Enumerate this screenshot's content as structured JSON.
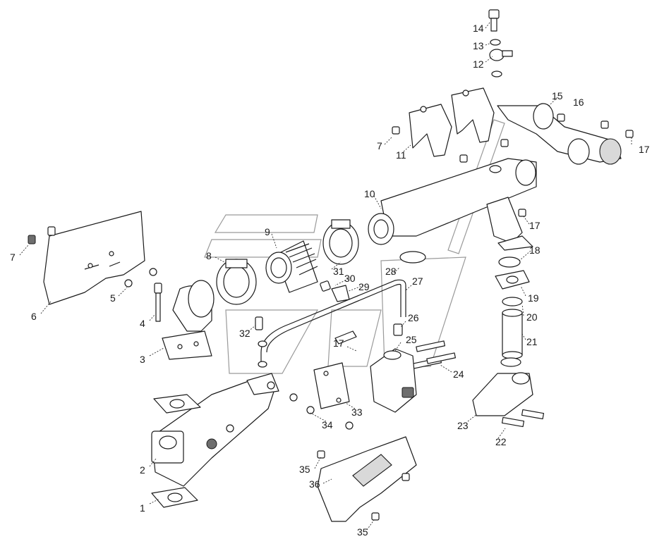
{
  "diagram": {
    "type": "exploded-parts-diagram",
    "callouts": [
      {
        "id": "c1",
        "text": "1"
      },
      {
        "id": "c2",
        "text": "2"
      },
      {
        "id": "c3",
        "text": "3"
      },
      {
        "id": "c4",
        "text": "4"
      },
      {
        "id": "c5",
        "text": "5"
      },
      {
        "id": "c6",
        "text": "6"
      },
      {
        "id": "c7a",
        "text": "7"
      },
      {
        "id": "c7b",
        "text": "7"
      },
      {
        "id": "c8",
        "text": "8"
      },
      {
        "id": "c9",
        "text": "9"
      },
      {
        "id": "c10",
        "text": "10"
      },
      {
        "id": "c11",
        "text": "11"
      },
      {
        "id": "c12",
        "text": "12"
      },
      {
        "id": "c13",
        "text": "13"
      },
      {
        "id": "c14",
        "text": "14"
      },
      {
        "id": "c15",
        "text": "15"
      },
      {
        "id": "c16",
        "text": "16"
      },
      {
        "id": "c17a",
        "text": "17"
      },
      {
        "id": "c17b",
        "text": "17"
      },
      {
        "id": "c17c",
        "text": "17"
      },
      {
        "id": "c18",
        "text": "18"
      },
      {
        "id": "c19",
        "text": "19"
      },
      {
        "id": "c20",
        "text": "20"
      },
      {
        "id": "c21",
        "text": "21"
      },
      {
        "id": "c22",
        "text": "22"
      },
      {
        "id": "c23",
        "text": "23"
      },
      {
        "id": "c24",
        "text": "24"
      },
      {
        "id": "c25",
        "text": "25"
      },
      {
        "id": "c26",
        "text": "26"
      },
      {
        "id": "c27",
        "text": "27"
      },
      {
        "id": "c28",
        "text": "28"
      },
      {
        "id": "c29",
        "text": "29"
      },
      {
        "id": "c30",
        "text": "30"
      },
      {
        "id": "c31",
        "text": "31"
      },
      {
        "id": "c32",
        "text": "32"
      },
      {
        "id": "c33",
        "text": "33"
      },
      {
        "id": "c34",
        "text": "34"
      },
      {
        "id": "c35a",
        "text": "35"
      },
      {
        "id": "c35b",
        "text": "35"
      },
      {
        "id": "c36",
        "text": "36"
      }
    ],
    "colors": {
      "ink": "#1a1a1a",
      "fill": "#ffffff",
      "shade": "#d9d9d9",
      "watermark": "#9a9a9a"
    }
  }
}
